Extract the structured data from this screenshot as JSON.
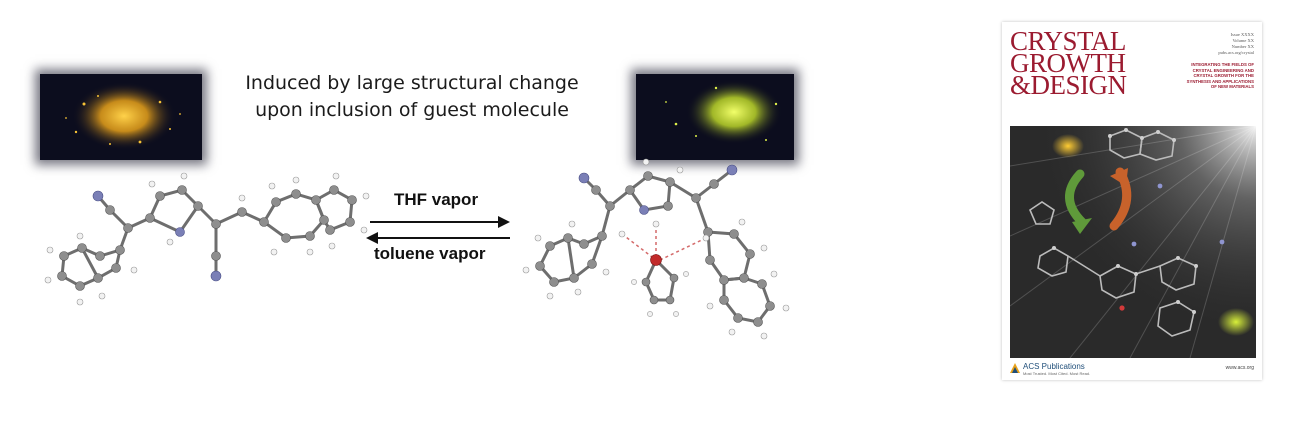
{
  "caption": {
    "line1": "Induced by large structural change",
    "line2": "upon inclusion of guest molecule"
  },
  "arrows": {
    "forward_label": "THF vapor",
    "reverse_label": "toluene vapor"
  },
  "photos": {
    "left_emission_color": "#f2b21c",
    "right_emission_color": "#d8ea2a",
    "background_color": "#0c0d1e"
  },
  "atom_colors": {
    "carbon": "#8e8e8e",
    "hydrogen": "#f2f2f2",
    "nitrogen": "#7a7fb6",
    "oxygen": "#c22a2a"
  },
  "cover": {
    "title_line1": "CRYSTAL",
    "title_line2": "GROWTH",
    "title_line3": "&DESIGN",
    "meta": [
      "Issue XXXX",
      "Volume XX",
      "Number XX",
      "pubs.acs.org/crystal"
    ],
    "tagline": "INTEGRATING THE FIELDS OF CRYSTAL ENGINEERING AND CRYSTAL GROWTH FOR THE SYNTHESIS AND APPLICATIONS OF NEW MATERIALS",
    "publisher": "ACS Publications",
    "motto": "Most Trusted. Most Cited. Most Read.",
    "url": "www.acs.org",
    "title_color": "#9b1b30",
    "green_arrow_color": "#5f9a3a",
    "orange_arrow_color": "#c8622b"
  }
}
